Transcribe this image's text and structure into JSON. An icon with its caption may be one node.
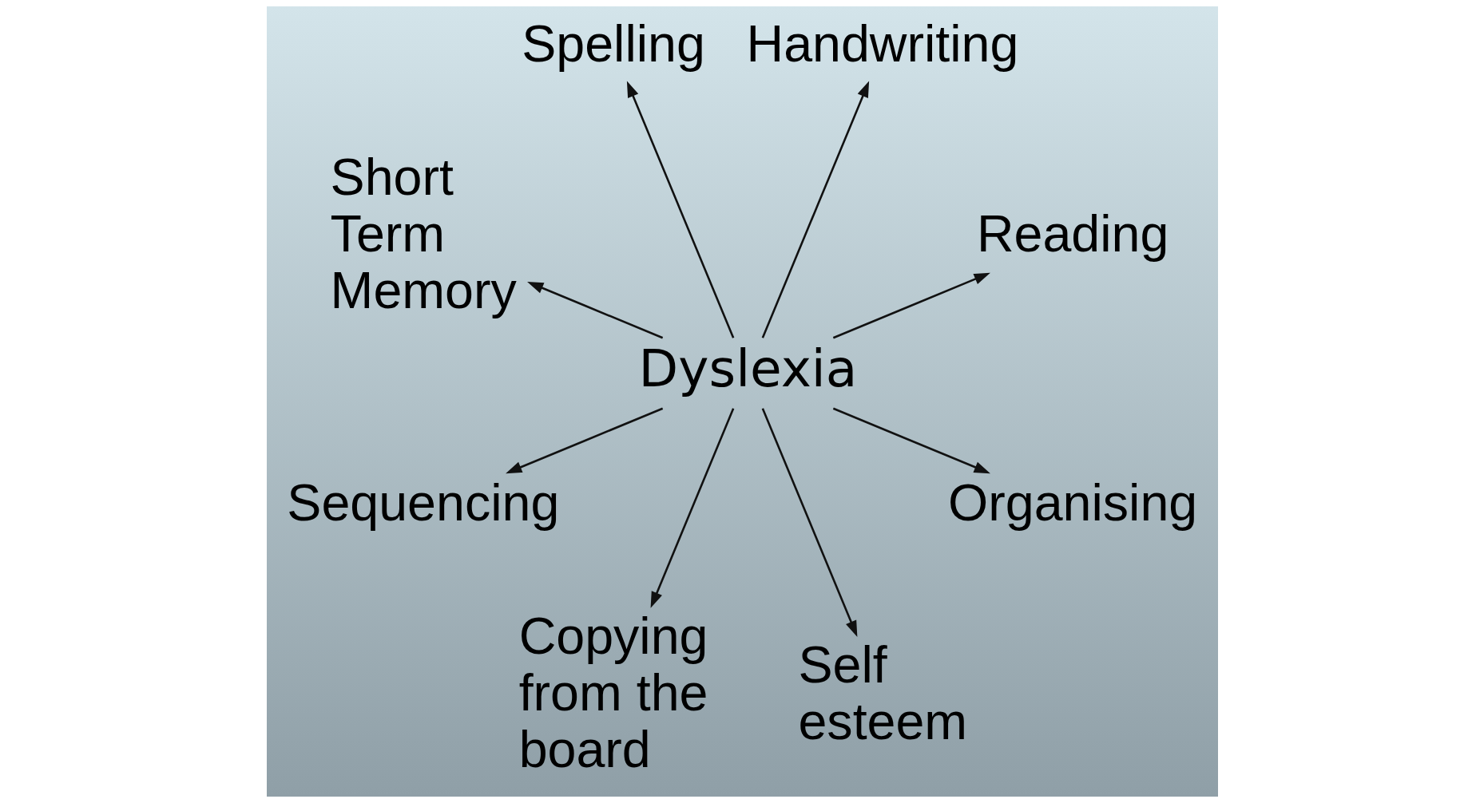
{
  "diagram": {
    "nodes": [
      {
        "text": [
          "Reading"
        ]
      },
      {
        "text": [
          "Handwriting"
        ]
      },
      {
        "text": [
          "Spelling"
        ]
      },
      {
        "text": [
          "Short Term Memory"
        ]
      },
      {
        "text": [
          "Dyslexia"
        ]
      },
      {
        "text": [
          "Sequencing"
        ]
      },
      {
        "text": [
          "Copying from the board"
        ]
      },
      {
        "text": [
          "Self esteem"
        ]
      },
      {
        "text": [
          "Organising"
        ]
      }
    ],
    "edges": [
      {
        "from": 4,
        "to": 0,
        "arrow": "to"
      },
      {
        "from": 4,
        "to": 1,
        "arrow": "to"
      },
      {
        "from": 4,
        "to": 2,
        "arrow": "to"
      },
      {
        "from": 4,
        "to": 3,
        "arrow": "to"
      },
      {
        "from": 4,
        "to": 5,
        "arrow": "to"
      },
      {
        "from": 4,
        "to": 6,
        "arrow": "to"
      },
      {
        "from": 4,
        "to": 7,
        "arrow": "to"
      },
      {
        "from": 4,
        "to": 8,
        "arrow": "to"
      }
    ]
  }
}
